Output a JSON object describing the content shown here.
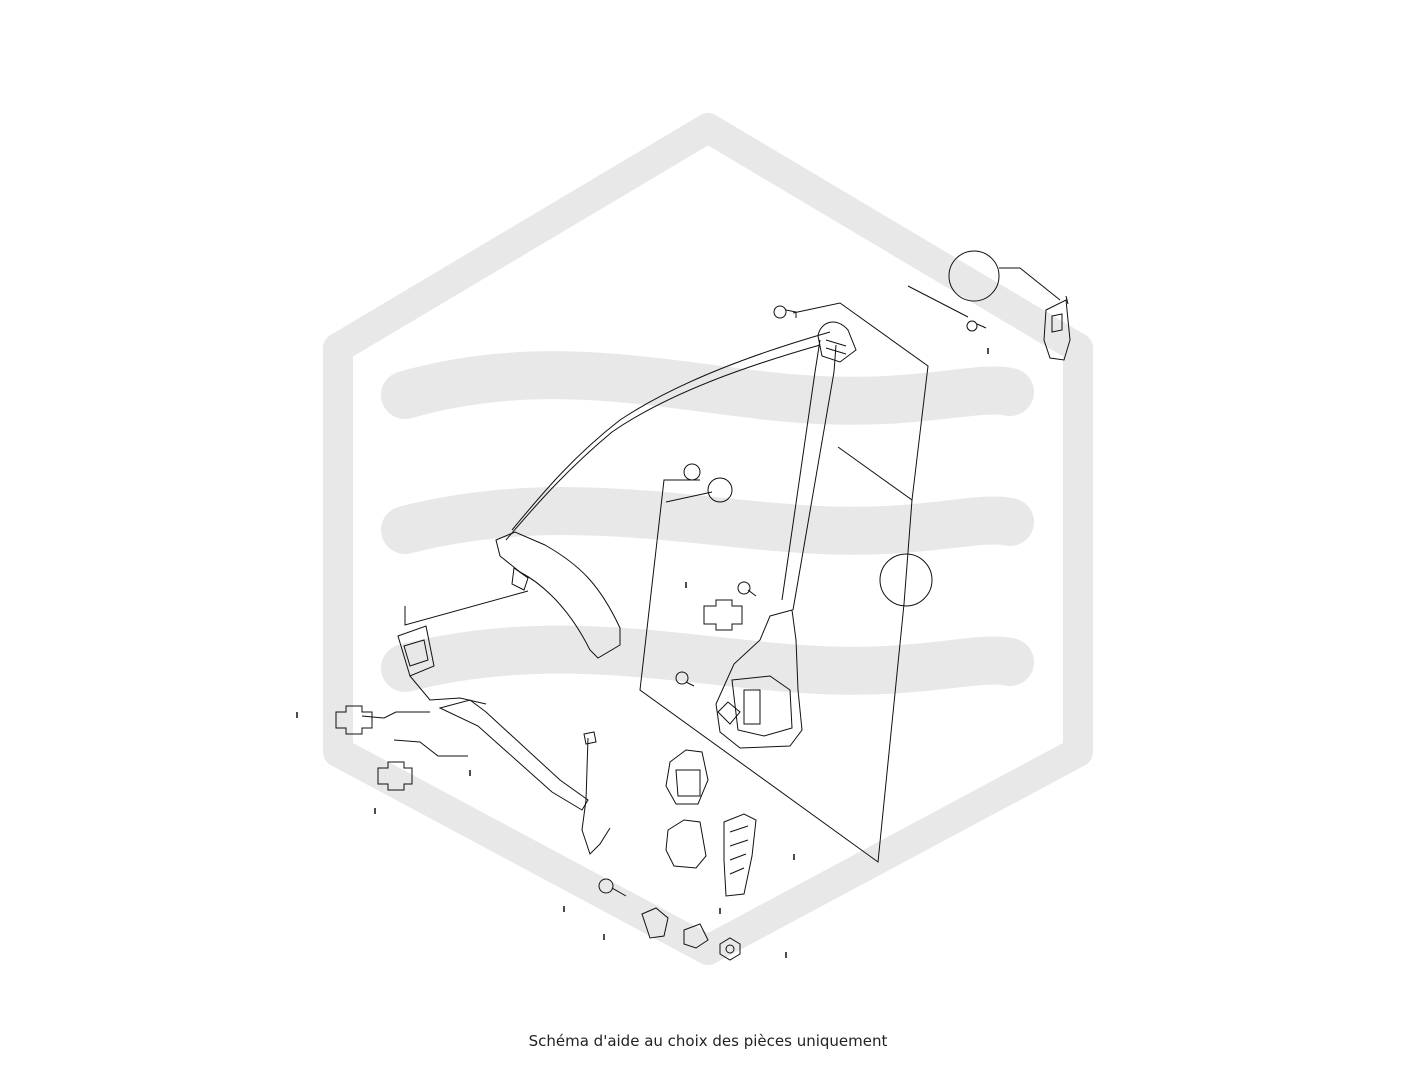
{
  "caption": "Schéma d'aide au choix des pièces uniquement",
  "colors": {
    "background": "#ffffff",
    "watermark": "#e8e8e8",
    "line_art": "#111111"
  },
  "watermark": {
    "shape": "hexagon-with-waves",
    "icon": "brand-logo-watermark"
  },
  "parts": [
    {
      "name": "seat-belt-webbing",
      "icon": "webbing"
    },
    {
      "name": "upper-anchor-guide",
      "icon": "d-ring"
    },
    {
      "name": "height-adjuster",
      "icon": "bracket"
    },
    {
      "name": "retractor",
      "icon": "retractor"
    },
    {
      "name": "buckle",
      "icon": "buckle"
    },
    {
      "name": "buckle-stalk",
      "icon": "stalk"
    },
    {
      "name": "wire-harness",
      "icon": "cable"
    },
    {
      "name": "trim-cover",
      "icon": "cover"
    },
    {
      "name": "bolts",
      "icon": "bolt"
    },
    {
      "name": "nut",
      "icon": "nut"
    }
  ]
}
